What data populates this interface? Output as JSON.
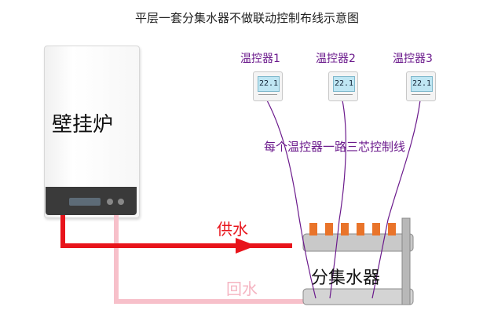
{
  "title": "平层一套分集水器不做联动控制布线示意图",
  "boiler": {
    "label": "壁挂炉"
  },
  "thermostats": [
    {
      "label": "温控器1",
      "display": "22.1"
    },
    {
      "label": "温控器2",
      "display": "22.1"
    },
    {
      "label": "温控器3",
      "display": "22.1"
    }
  ],
  "note": "每个温控器一路三芯控制线",
  "pipes": {
    "supply": "供水",
    "return": "回水"
  },
  "manifold": {
    "label": "分集水器"
  },
  "colors": {
    "supply": "#e8141b",
    "return": "#f7c0ca",
    "wire": "#6b1a8c"
  }
}
